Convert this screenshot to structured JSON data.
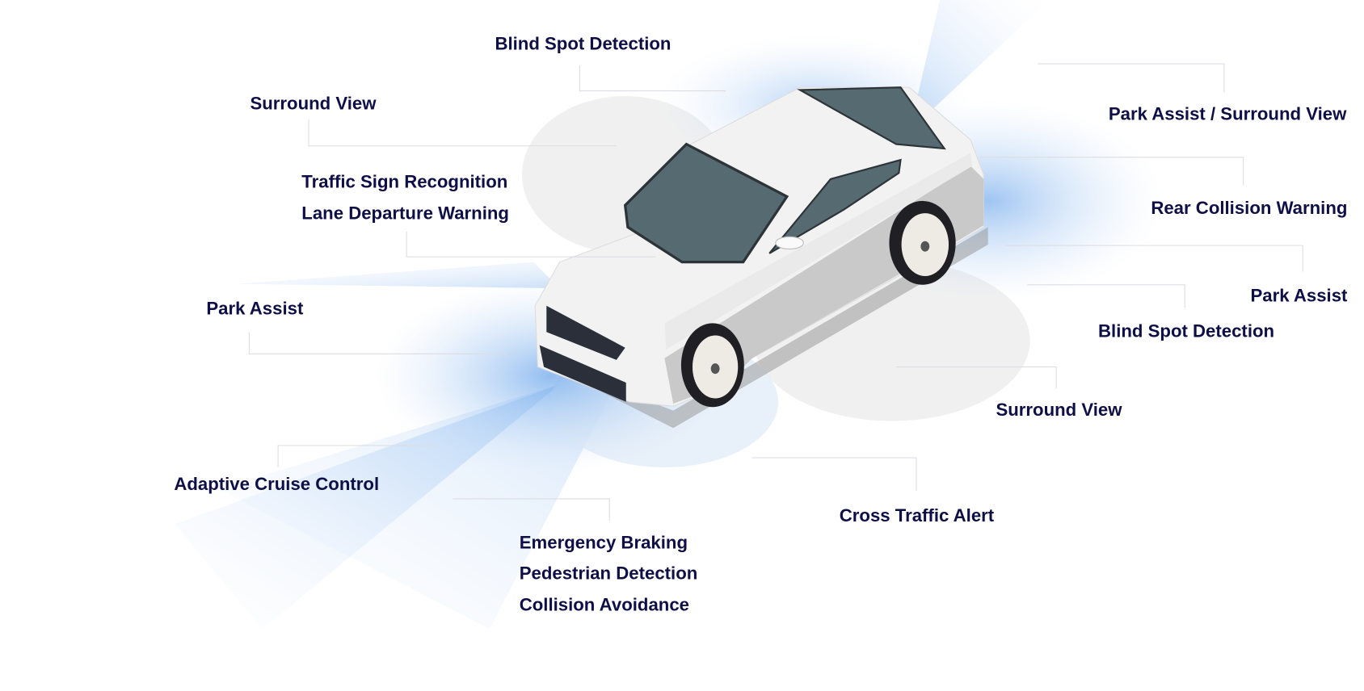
{
  "labels": {
    "blind_spot_top": "Blind Spot Detection",
    "surround_view_top_left": "Surround View",
    "traffic_sign": "Traffic Sign Recognition",
    "lane_departure": "Lane Departure Warning",
    "park_assist_left": "Park Assist",
    "adaptive_cruise": "Adaptive Cruise Control",
    "emergency_braking": "Emergency Braking",
    "pedestrian_detection": "Pedestrian Detection",
    "collision_avoidance": "Collision Avoidance",
    "cross_traffic": "Cross Traffic Alert",
    "surround_view_right": "Surround View",
    "blind_spot_right": "Blind Spot Detection",
    "park_assist_right": "Park Assist",
    "rear_collision": "Rear Collision Warning",
    "park_surround_top_right": "Park Assist / Surround View"
  },
  "colors": {
    "text": "#0f0f47",
    "sensor_blue": "#8ab8ee",
    "sensor_grey": "#e4e4e4",
    "glass": "#566a72"
  }
}
